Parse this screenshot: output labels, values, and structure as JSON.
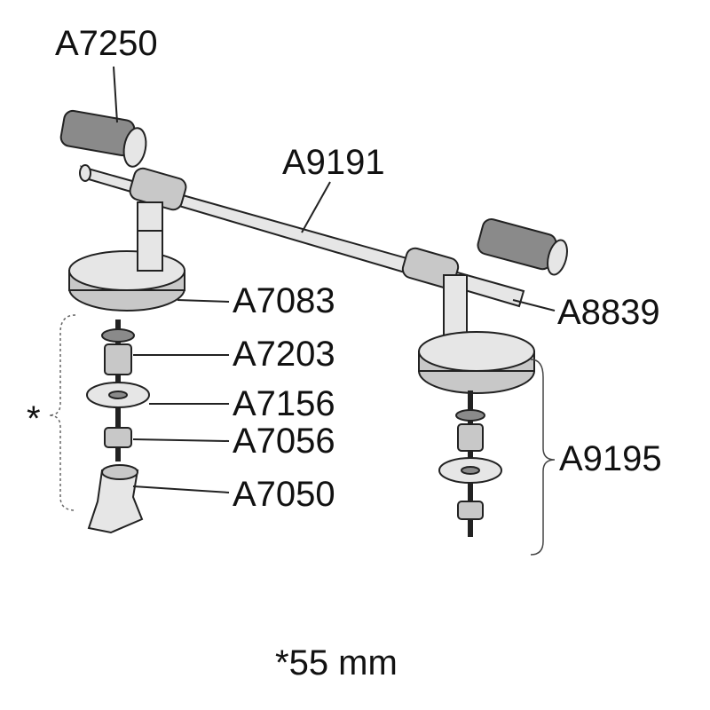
{
  "labels": {
    "a7250": "A7250",
    "a9191": "A9191",
    "a7083": "A7083",
    "a8839": "A8839",
    "a7203": "A7203",
    "a7156": "A7156",
    "a7056": "A7056",
    "a9195": "A9195",
    "a7050": "A7050",
    "asterisk": "*",
    "footnote": "*55 mm"
  }
}
